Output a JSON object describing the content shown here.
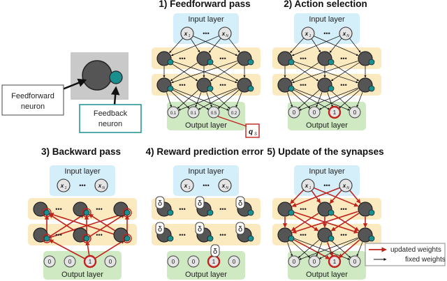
{
  "panels": [
    {
      "title": "1) Feedforward pass",
      "input_label": "Input layer",
      "output_label": "Output layer",
      "outputs": [
        "0.1",
        "0.1",
        "0.5",
        "0.2"
      ]
    },
    {
      "title": "2) Action selection",
      "input_label": "Input layer",
      "output_label": "Output layer",
      "outputs": [
        "0",
        "0",
        "1",
        "0"
      ]
    },
    {
      "title": "3) Backward pass",
      "input_label": "Input layer",
      "output_label": "Output layer",
      "outputs": [
        "0",
        "0",
        "1",
        "0"
      ]
    },
    {
      "title": "4) Reward prediction error",
      "input_label": "Input layer",
      "output_label": "Output layer",
      "outputs": [
        "0",
        "0",
        "1",
        "0"
      ]
    },
    {
      "title": "5) Update of the synapses",
      "input_label": "Input layer",
      "output_label": "Output layer",
      "outputs": [
        "0",
        "0",
        "1",
        "0"
      ]
    }
  ],
  "inputs": {
    "first": "x",
    "first_sub": "1",
    "last": "x",
    "last_sub": "N"
  },
  "dots": "•••",
  "delta": "δ",
  "q_label": {
    "main": "q",
    "sub": "S"
  },
  "neuron_legend": {
    "feedforward_line1": "Feedforward",
    "feedforward_line2": "neuron",
    "feedback_line1": "Feedback",
    "feedback_line2": "neuron"
  },
  "legend": {
    "updated": "updated weights",
    "fixed": "fixed weights"
  },
  "colors": {
    "input_layer": "#d4eefa",
    "hidden_layer": "#fbe9c0",
    "output_layer": "#cfe9c2",
    "neuron": "#555555",
    "feedback": "#1a8f8f",
    "red": "#c0221c",
    "grey_box": "#c9c9c9"
  }
}
